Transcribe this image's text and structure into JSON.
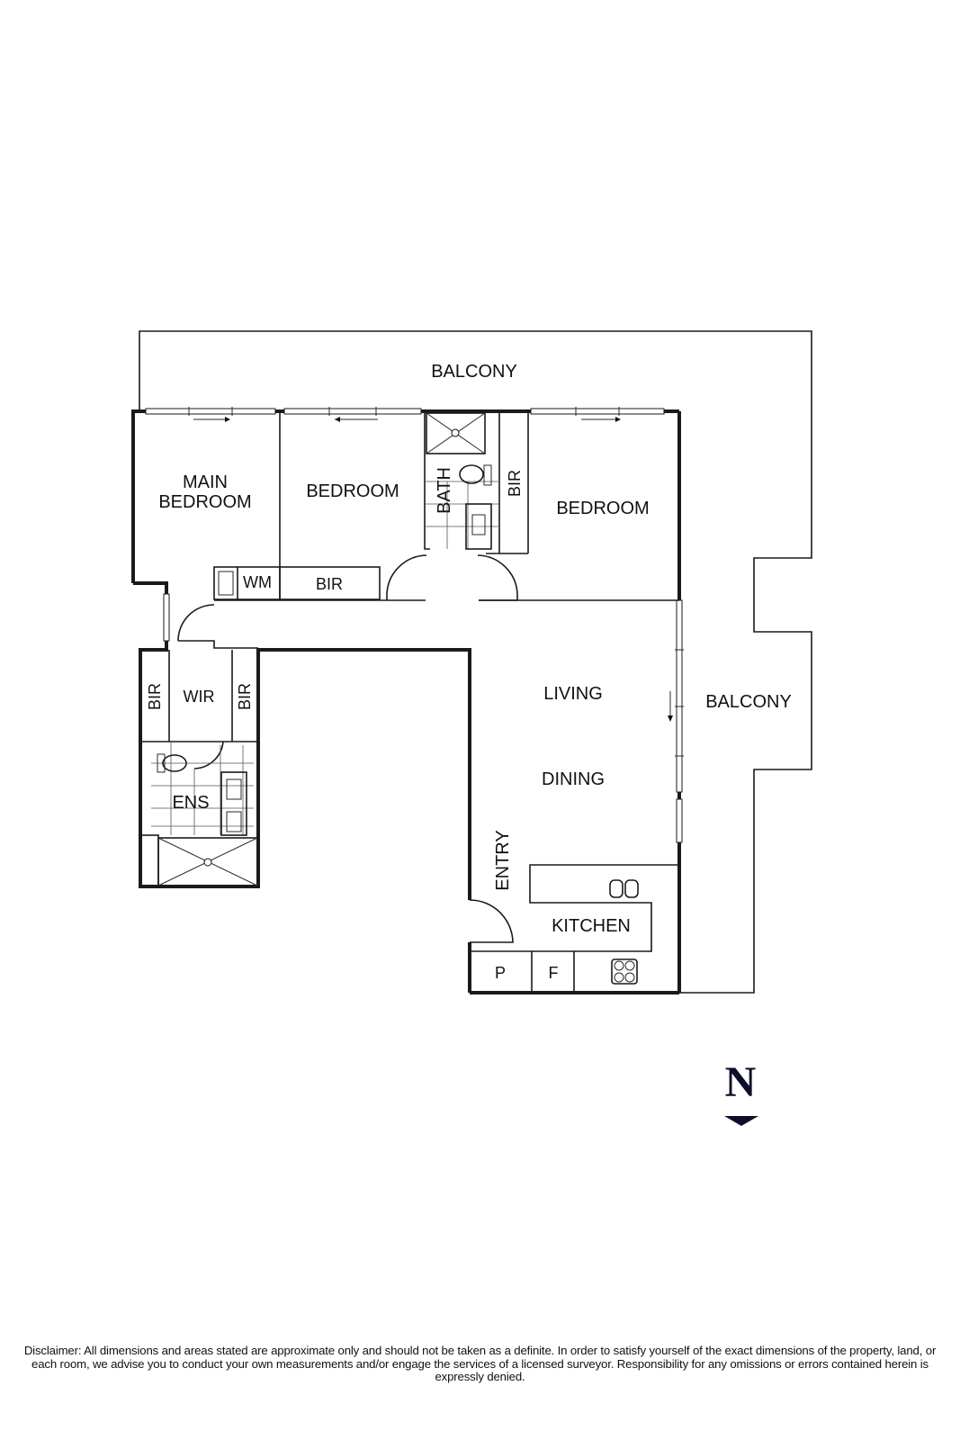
{
  "floor_plan": {
    "rooms": {
      "balcony_north": "BALCONY",
      "main_bedroom_line1": "MAIN",
      "main_bedroom_line2": "BEDROOM",
      "bedroom_2": "BEDROOM",
      "bath": "BATH",
      "bir_bath": "BIR",
      "bedroom_3": "BEDROOM",
      "wm": "WM",
      "bir_hall": "BIR",
      "bir_left": "BIR",
      "wir": "WIR",
      "bir_right": "BIR",
      "ens": "ENS",
      "living": "LIVING",
      "dining": "DINING",
      "balcony_east": "BALCONY",
      "entry": "ENTRY",
      "kitchen": "KITCHEN",
      "pantry": "P",
      "fridge": "F"
    },
    "icons": {
      "north_arrow": "north-arrow-icon",
      "cooktop": "cooktop-icon",
      "sink": "sink-icon",
      "toilet": "toilet-icon",
      "shower": "shower-icon",
      "washing_machine": "washing-machine-icon"
    },
    "compass": {
      "letter": "N"
    },
    "colors": {
      "wall": "#1a1a1a",
      "north": "#0d0f2a",
      "background": "#ffffff"
    }
  },
  "disclaimer": {
    "text": "Disclaimer: All dimensions and areas stated are approximate only and should not be taken as a definite. In order to satisfy yourself of the exact dimensions of the property, land, or each room, we advise you to conduct your own measurements and/or engage the services of a licensed surveyor. Responsibility for any omissions or errors contained herein is expressly denied."
  }
}
